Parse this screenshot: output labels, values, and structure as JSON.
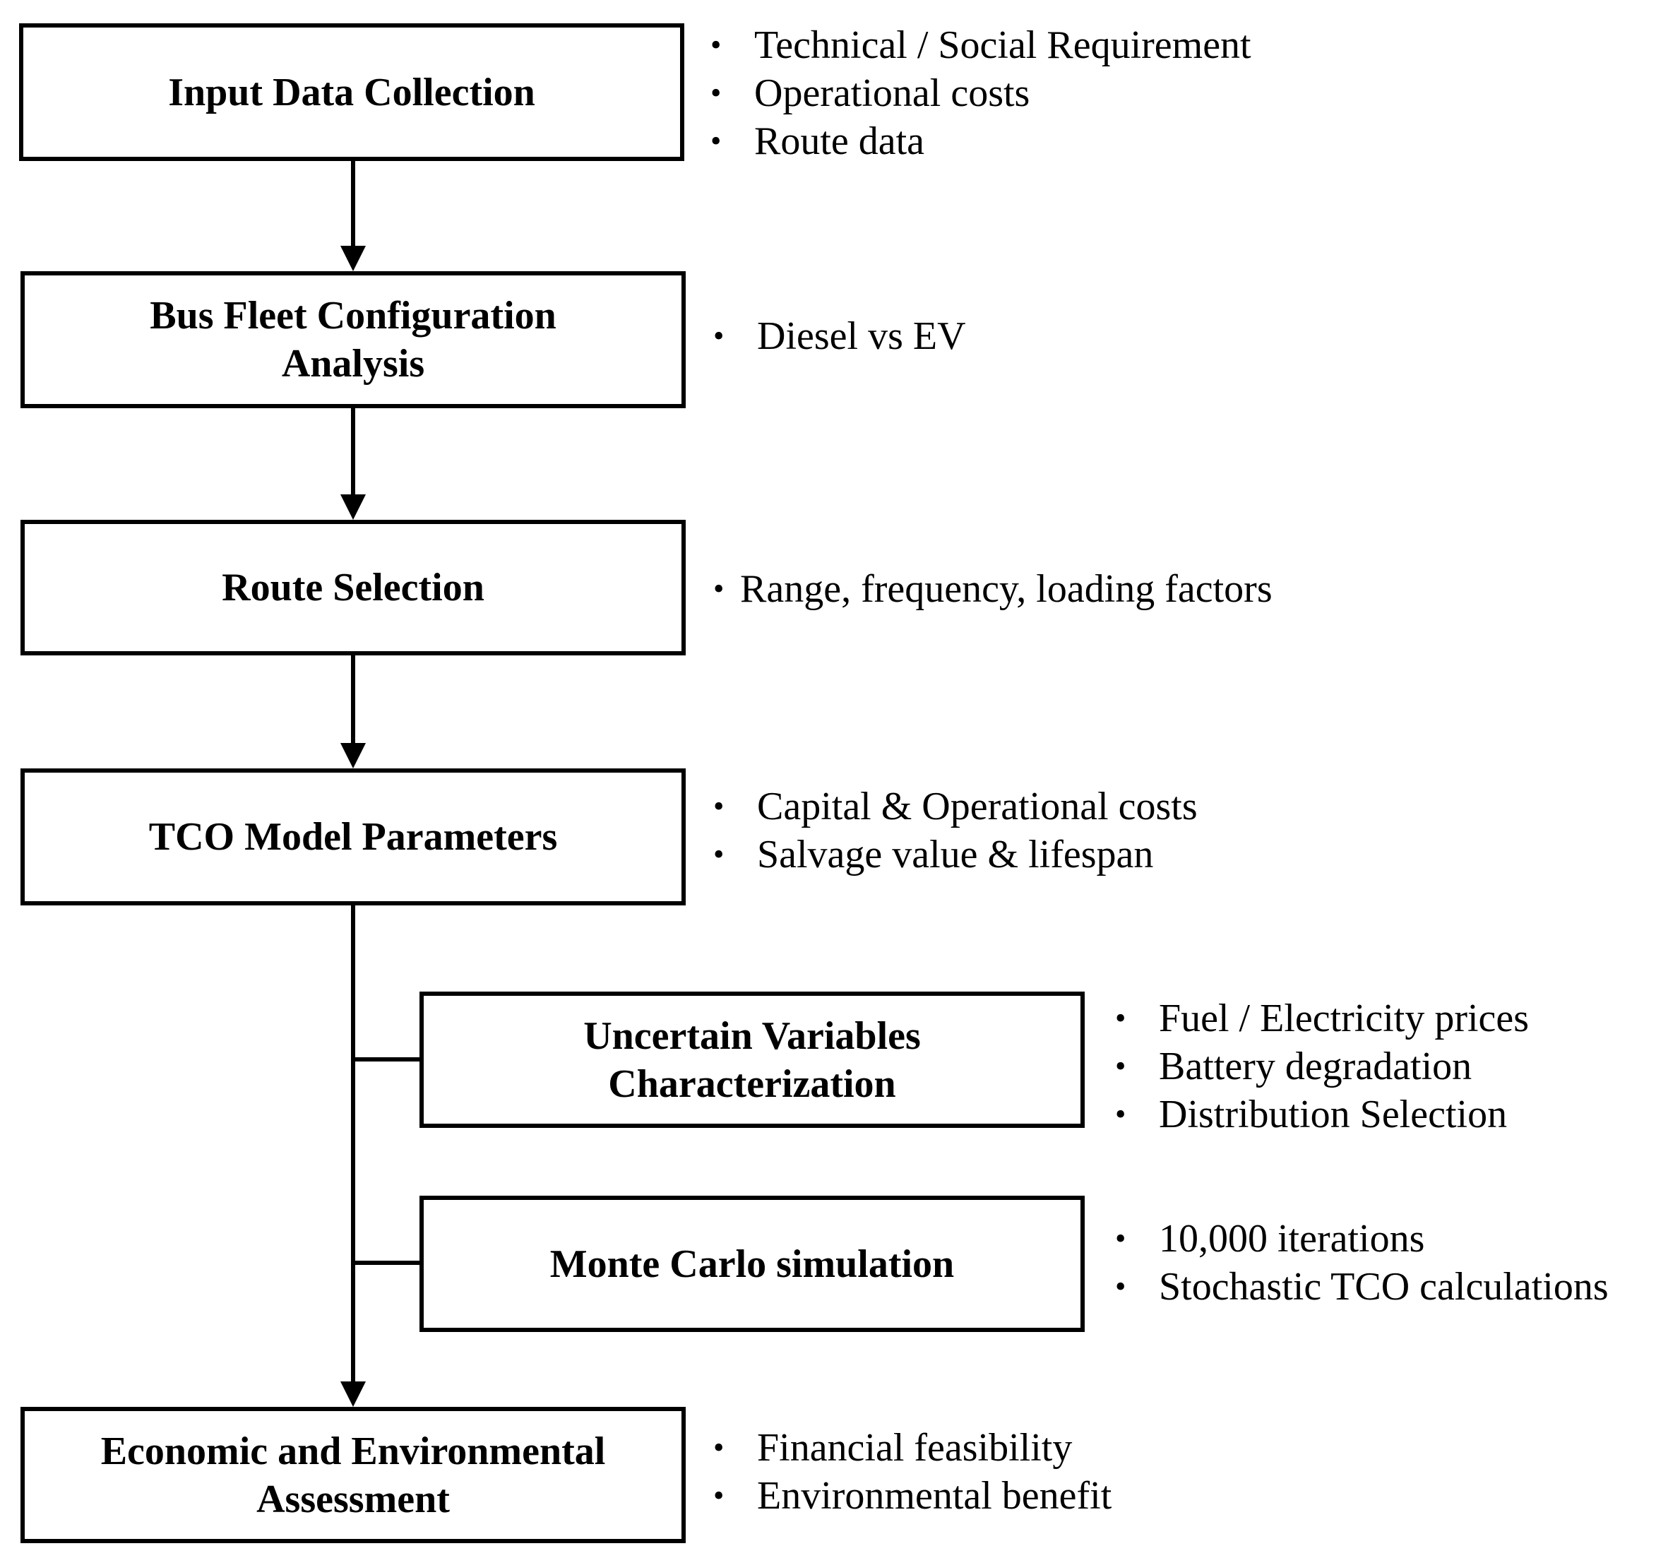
{
  "steps": [
    {
      "title": "Input Data Collection",
      "bullets": [
        "Technical / Social Requirement",
        "Operational costs",
        "Route data"
      ]
    },
    {
      "title": "Bus Fleet Configuration\nAnalysis",
      "bullets": [
        "Diesel vs EV"
      ]
    },
    {
      "title": "Route Selection",
      "bullets": [
        "Range, frequency, loading factors"
      ]
    },
    {
      "title": "TCO Model Parameters",
      "bullets": [
        "Capital & Operational costs",
        "Salvage value & lifespan"
      ]
    },
    {
      "title": "Uncertain Variables\nCharacterization",
      "bullets": [
        "Fuel / Electricity prices",
        "Battery degradation",
        "Distribution Selection"
      ]
    },
    {
      "title": "Monte Carlo simulation",
      "bullets": [
        "10,000 iterations",
        "Stochastic TCO calculations"
      ]
    },
    {
      "title": "Economic and Environmental\nAssessment",
      "bullets": [
        "Financial feasibility",
        "Environmental benefit"
      ]
    }
  ],
  "bullet_symbol": "•"
}
